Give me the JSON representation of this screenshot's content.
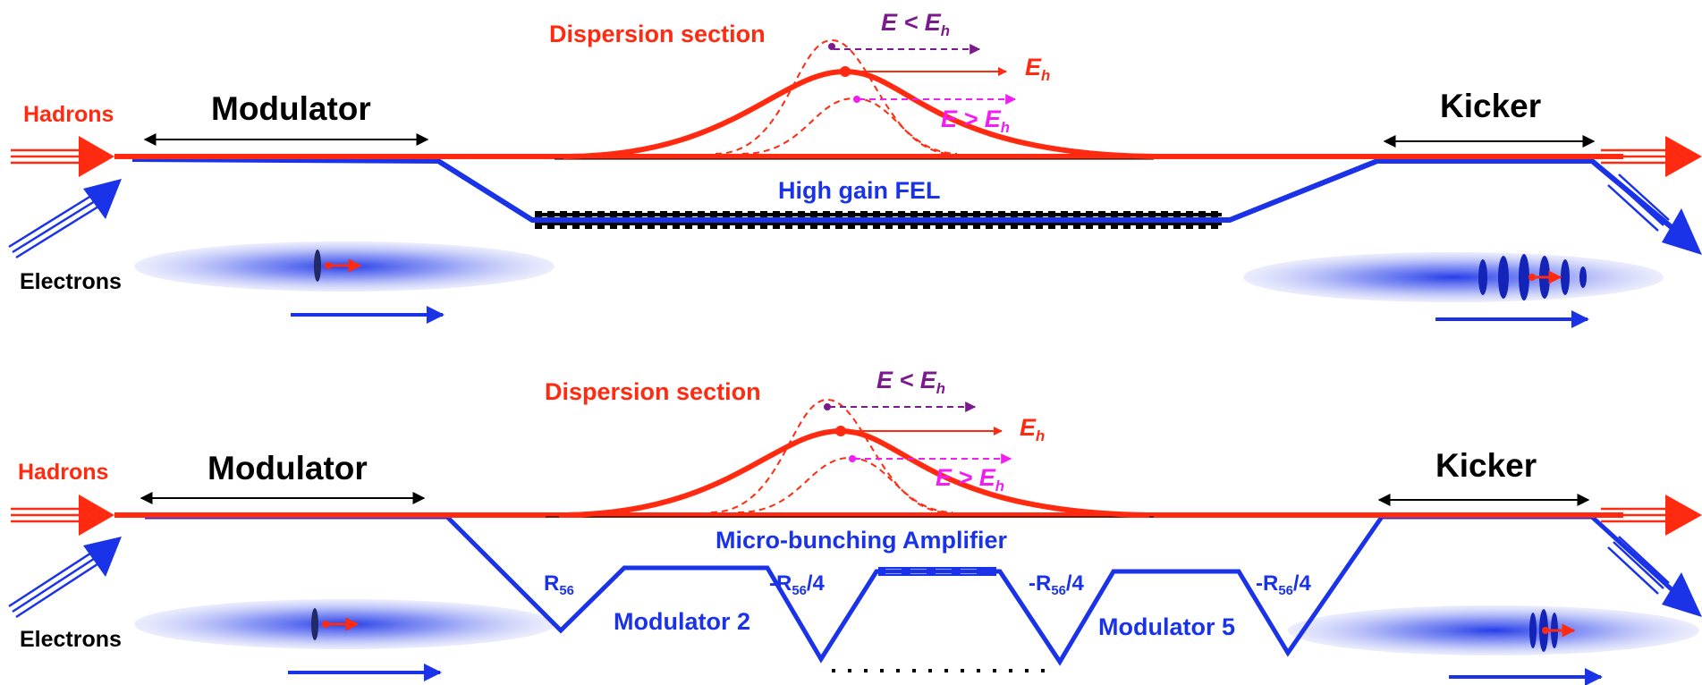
{
  "colors": {
    "hadron": "#ff2a10",
    "electron": "#1a33e8",
    "low_energy": "#7a1a8c",
    "high_energy": "#f21df2",
    "text": "#000000"
  },
  "top_panel": {
    "hadrons_label": "Hadrons",
    "electrons_label": "Electrons",
    "modulator_label": "Modulator",
    "kicker_label": "Kicker",
    "dispersion_label": "Dispersion section",
    "low_energy_E": "E",
    "low_energy_rel": " < E",
    "sub_h": "h",
    "nominal_E": "E",
    "high_energy_E": "E",
    "high_energy_rel": " > E",
    "amplifier_label": "High gain FEL"
  },
  "bottom_panel": {
    "hadrons_label": "Hadrons",
    "electrons_label": "Electrons",
    "modulator_label": "Modulator",
    "kicker_label": "Kicker",
    "dispersion_label": "Dispersion section",
    "low_energy_E": "E",
    "low_energy_rel": " < E",
    "sub_h": "h",
    "nominal_E": "E",
    "high_energy_E": "E",
    "high_energy_rel": " > E",
    "amplifier_label": "Micro-bunching Amplifier",
    "chicane_1_R": "R",
    "chicane_1_sub": "56",
    "chicane_2_prefix": "-R",
    "chicane_2_sub": "56",
    "chicane_2_suffix": "/4",
    "chicane_3_prefix": "-R",
    "chicane_3_sub": "56",
    "chicane_3_suffix": "/4",
    "chicane_4_prefix": "-R",
    "chicane_4_sub": "56",
    "chicane_4_suffix": "/4",
    "modulator_2_label": "Modulator 2",
    "modulator_5_label": "Modulator 5"
  }
}
